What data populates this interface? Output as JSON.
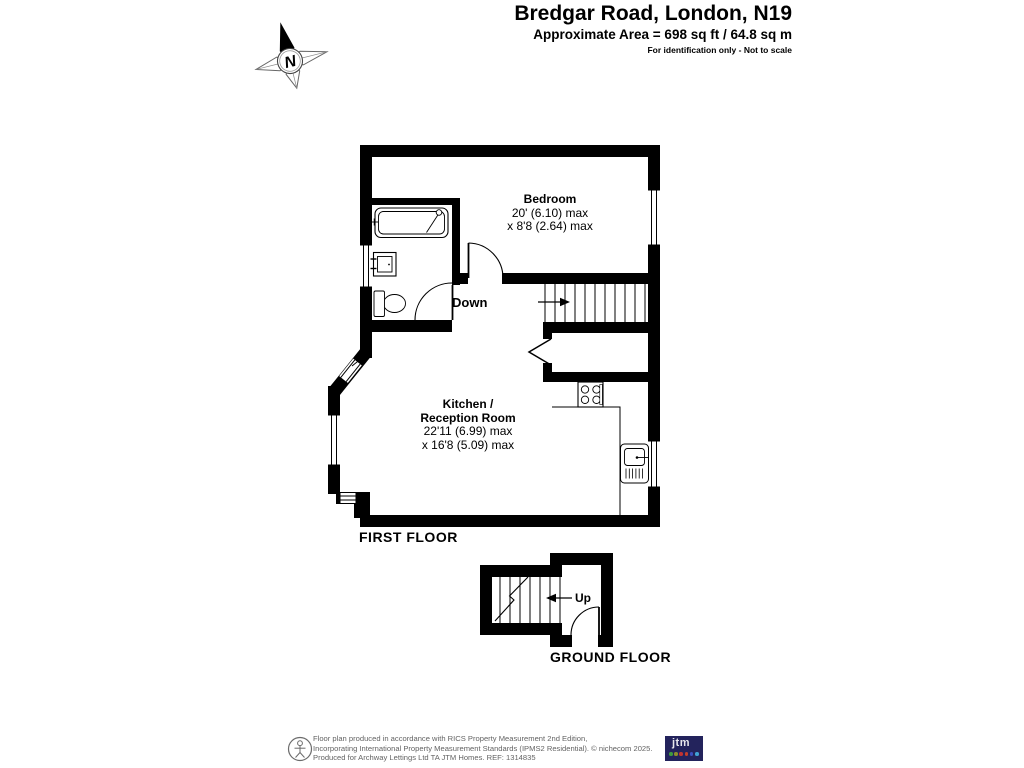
{
  "header": {
    "title": "Bredgar Road, London, N19",
    "subtitle": "Approximate Area = 698 sq ft / 64.8 sq m",
    "note": "For identification only - Not to scale"
  },
  "compass": {
    "north_label": "N"
  },
  "first_floor": {
    "label": "FIRST FLOOR",
    "bedroom": {
      "name": "Bedroom",
      "dim1": "20' (6.10) max",
      "dim2": "x 8'8 (2.64) max"
    },
    "kitchen": {
      "name_line1": "Kitchen /",
      "name_line2": "Reception Room",
      "dim1": "22'11 (6.99) max",
      "dim2": "x 16'8 (5.09) max"
    },
    "stairs_label": "Down"
  },
  "ground_floor": {
    "label": "GROUND FLOOR",
    "stairs_label": "Up"
  },
  "footer": {
    "line1": "Floor plan produced in accordance with RICS Property Measurement 2nd Edition,",
    "line2": "Incorporating International Property Measurement Standards (IPMS2 Residential).    © nichecom 2025.",
    "line3": "Produced for Archway Lettings Ltd TA JTM Homes.     REF: 1314835",
    "logo_text": "jtm",
    "logo_dot_colors": [
      "#3f9b3f",
      "#8d8d2b",
      "#c23232",
      "#c23e2a",
      "#3b4fc0",
      "#41a3d4"
    ]
  }
}
